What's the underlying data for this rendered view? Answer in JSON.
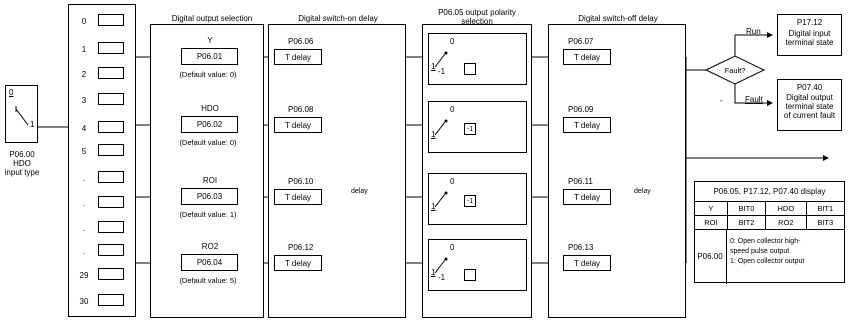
{
  "headers": {
    "digital_output_selection": "Digital output selection",
    "digital_switch_on_delay": "Digital switch-on delay",
    "polarity_line1": "P06.05 output polarity",
    "polarity_line2": "selection",
    "digital_switch_off_delay": "Digital switch-off delay"
  },
  "input_block": {
    "value_top": "0",
    "value_bottom": "1",
    "param": "P06.00",
    "name": "HDO",
    "desc": "input type"
  },
  "terminal_list": [
    "0",
    "1",
    "2",
    "3",
    "4",
    "5",
    ".",
    ".",
    ".",
    ".",
    "29",
    "30"
  ],
  "channels": [
    {
      "output_name": "Y",
      "param": "P06.01",
      "default": "(Default value: 0)",
      "on_param": "P06.06",
      "on_label": "T delay",
      "pol_top": "0",
      "pol_bottom": "1",
      "pol_minus": "-1",
      "pol_box_text": "",
      "off_param": "P06.07",
      "off_label": "T delay"
    },
    {
      "output_name": "HDO",
      "param": "P06.02",
      "default": "(Default value: 0)",
      "on_param": "P06.08",
      "on_label": "T delay",
      "pol_top": "0",
      "pol_bottom": "1",
      "pol_minus": "",
      "pol_box_text": "-1",
      "off_param": "P06.09",
      "off_label": "T delay"
    },
    {
      "output_name": "ROI",
      "param": "P06.03",
      "default": "(Default value: 1)",
      "on_param": "P06.10",
      "on_label": "T delay",
      "pol_top": "0",
      "pol_bottom": "1",
      "pol_minus": "",
      "pol_box_text": "-1",
      "off_param": "P06.11",
      "off_label": "T delay"
    },
    {
      "output_name": "RO2",
      "param": "P06.04",
      "default": "(Default value: 5)",
      "on_param": "P06.12",
      "on_label": "T delay",
      "pol_top": "0",
      "pol_bottom": "1",
      "pol_minus": "-1",
      "pol_box_text": "",
      "off_param": "P06.13",
      "off_label": "T delay"
    }
  ],
  "delay_labels": {
    "on": "delay",
    "off": "delay"
  },
  "decision": {
    "label": "Fault?",
    "run_label": "Run",
    "fault_label": "Fault",
    "run_box": {
      "param": "P17.12",
      "line1": "Digital input",
      "line2": "terminal state"
    },
    "fault_box": {
      "param": "P07.40",
      "line1": "Digital  output",
      "line2": "terminal    state",
      "line3": "of current fault"
    }
  },
  "display_table": {
    "title": "P06.05, P17.12, P07.40 display",
    "rows": [
      [
        "Y",
        "BIT0",
        "HDO",
        "BIT1"
      ],
      [
        "ROI",
        "BIT2",
        "RO2",
        "BIT3"
      ]
    ],
    "p0600_label": "P06.00",
    "p0600_lines": [
      "0: Open collector high-",
      "speed pulse output",
      "1: Open collector output"
    ]
  }
}
